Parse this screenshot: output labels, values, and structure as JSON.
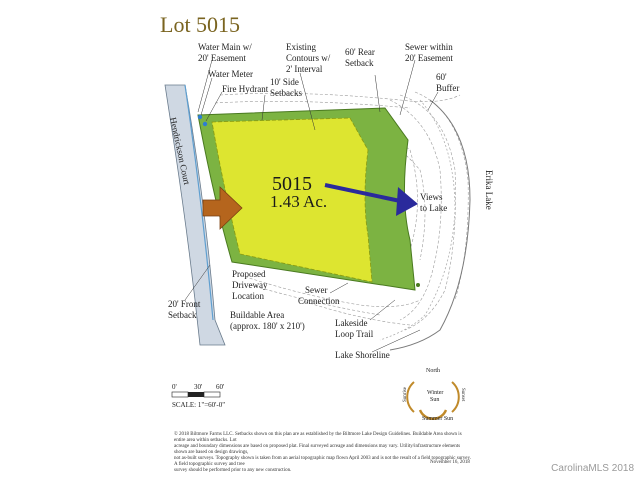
{
  "title": "Lot 5015",
  "lot": {
    "number": "5015",
    "area": "1.43 Ac."
  },
  "labels": {
    "water_main_1": "Water Main w/",
    "water_main_2": "20' Easement",
    "water_meter": "Water Meter",
    "fire_hydrant": "Fire Hydrant",
    "contours_1": "Existing",
    "contours_2": "Contours w/",
    "contours_3": "2' Interval",
    "side_1": "10' Side",
    "side_2": "Setbacks",
    "rear_1": "60' Rear",
    "rear_2": "Setback",
    "sewer_within_1": "Sewer within",
    "sewer_within_2": "20' Easement",
    "buffer_1": "60'",
    "buffer_2": "Buffer",
    "road": "Hendrickson Court",
    "views_1": "Views",
    "views_2": "to Lake",
    "lake": "Erika Lake",
    "driveway_1": "Proposed",
    "driveway_2": "Driveway",
    "driveway_3": "Location",
    "front_1": "20' Front",
    "front_2": "Setback",
    "sewer_conn_1": "Sewer",
    "sewer_conn_2": "Connection",
    "buildable_1": "Buildable Area",
    "buildable_2": "(approx. 180' x 210')",
    "trail_1": "Lakeside",
    "trail_2": "Loop Trail",
    "shoreline": "Lake Shoreline"
  },
  "scale": {
    "label": "SCALE: 1\"=60'-0\"",
    "ticks": [
      "0'",
      "30'",
      "60'"
    ]
  },
  "sun": {
    "north": "North",
    "winter": "Winter",
    "winter_sub": "Sun",
    "summer": "Summer Sun",
    "east": "Sunrise",
    "west": "Sunset"
  },
  "footer": {
    "line1": "© 2018 Biltmore Farms LLC.  Setbacks shown on this plan are as established by the Biltmore Lake Design Guidelines.  Buildable Area shown is entire area within setbacks.  Lot",
    "line2": "acreage and boundary dimensions are based on proposed plat.  Final surveyed acreage and dimensions may vary.  Utility/infrastructure elements shown are based on design drawings,",
    "line3": "not as-built surveys.  Topography shown is taken from an aerial topographic map flown April 2003 and is not the result of a field topographic survey.  A field topographic survey and tree",
    "line4": "survey should be performed prior to any new construction.",
    "date": "November 16, 2018"
  },
  "watermark": "CarolinaMLS 2018",
  "colors": {
    "setback_green": "#7cb342",
    "buildable_yellow": "#dde530",
    "arrow_orange": "#b5651d",
    "arrow_blue": "#2a2a9c",
    "title_gold": "#7a6420"
  }
}
